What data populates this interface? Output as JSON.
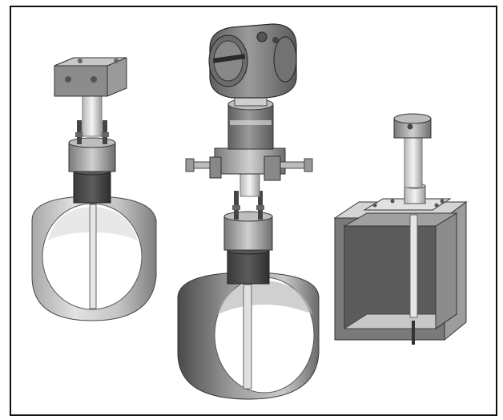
{
  "figure": {
    "description_items": [
      {
        "name": "pitot-sensor-remote-mount"
      },
      {
        "name": "pitot-sensor-with-transmitter"
      },
      {
        "name": "pitot-sensor-square-duct"
      }
    ],
    "colors": {
      "frame": "#111111",
      "pipe_light": "#cfcfcf",
      "pipe_dark": "#8a8a8a",
      "metal": "#9a9a9a",
      "housing": "#7d7d7d"
    }
  }
}
